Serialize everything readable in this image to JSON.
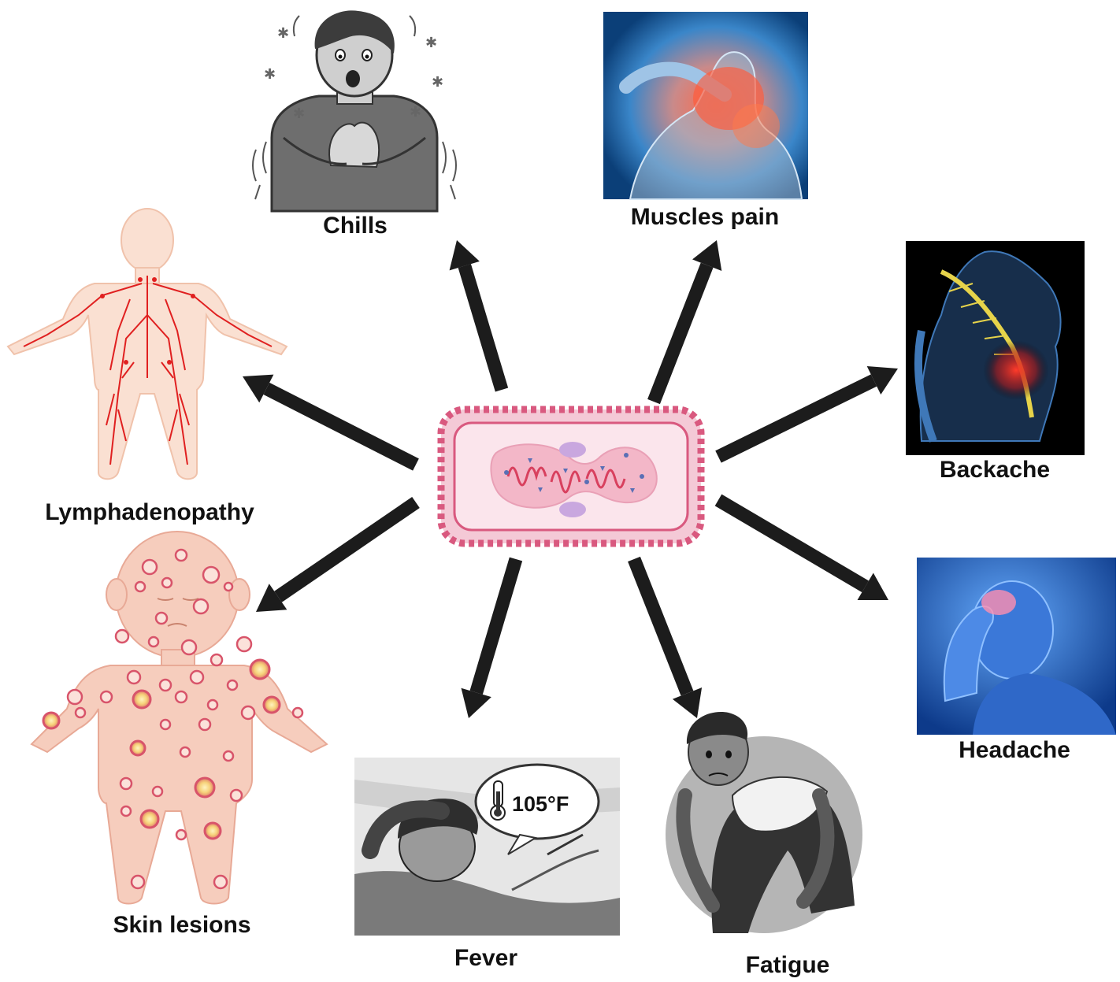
{
  "diagram": {
    "center_node": {
      "name": "pathogen-cell",
      "colors": {
        "membrane": "#d9597f",
        "outer_fill": "#f4c9d6",
        "inner_fill": "#fbe5ec",
        "nucleus": "#f3b7c8",
        "dna": "#d8405e",
        "poles": "#c9a7df",
        "dots": "#5a6fb5"
      }
    },
    "symptoms": [
      {
        "id": "chills",
        "label": "Chills"
      },
      {
        "id": "muscles",
        "label": "Muscles pain"
      },
      {
        "id": "backache",
        "label": "Backache"
      },
      {
        "id": "headache",
        "label": "Headache"
      },
      {
        "id": "fatigue",
        "label": "Fatigue"
      },
      {
        "id": "fever",
        "label": "Fever"
      },
      {
        "id": "skin",
        "label": "Skin lesions"
      },
      {
        "id": "lymph",
        "label": "Lymphadenopathy"
      }
    ],
    "fever_reading": "105°F",
    "arrow_color": "#1c1c1c",
    "lesion_color": "#d8546a",
    "vessel_color": "#e02020",
    "skin_color": "#f6cdbd"
  }
}
